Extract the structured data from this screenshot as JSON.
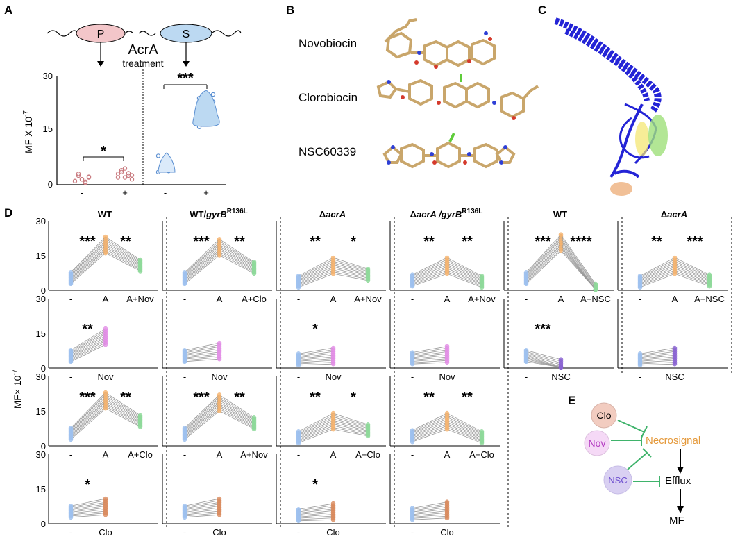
{
  "panels": {
    "A": {
      "letter": "A",
      "top_labels": {
        "p": "P",
        "s": "S",
        "protein": "AcrA",
        "treatment": "treatment"
      },
      "ylabel_base": "MF X 10",
      "ylabel_exp": "-7",
      "stars_left": "*",
      "stars_right": "***",
      "xticks": [
        "-",
        "+",
        "-",
        "+"
      ],
      "colors": {
        "p_fill": "#f3c6c9",
        "s_fill": "#bcd9f2",
        "pink_points": "#c97b80",
        "blue_points": "#5b8fd1"
      }
    },
    "B": {
      "letter": "B",
      "molecules": [
        "Novobiocin",
        "Clorobiocin",
        "NSC60339"
      ]
    },
    "C": {
      "letter": "C"
    },
    "D": {
      "letter": "D",
      "ylabel_base": "MF× 10",
      "ylabel_exp": "-7",
      "col_headers": [
        {
          "pre": "WT",
          "ital": "",
          "sup": "",
          "post": ""
        },
        {
          "pre": "WT/",
          "ital": "gyrB",
          "sup": "R136L",
          "post": ""
        },
        {
          "pre": "Δ",
          "ital": "acrA",
          "sup": "",
          "post": ""
        },
        {
          "pre": "Δ",
          "ital": "acrA /gyrB",
          "sup": "R136L",
          "post": ""
        },
        {
          "pre": "WT",
          "ital": "",
          "sup": "",
          "post": ""
        },
        {
          "pre": "Δ",
          "ital": "acrA",
          "sup": "",
          "post": ""
        }
      ],
      "row_labels": [
        [
          "-",
          "A",
          "A+Nov"
        ],
        [
          "-",
          "A",
          "A+Clo"
        ],
        [
          "-",
          "A",
          "A+Nov"
        ],
        [
          "-",
          "A",
          "A+Nov"
        ],
        [
          "-",
          "A",
          "A+NSC"
        ],
        [
          "-",
          "A",
          "A+NSC"
        ],
        [
          "-",
          "Nov"
        ],
        [
          "-",
          "Nov"
        ],
        [
          "-",
          "Nov"
        ],
        [
          "-",
          "Nov"
        ],
        [
          "-",
          "NSC"
        ],
        [
          "-",
          "NSC"
        ],
        [
          "-",
          "A",
          "A+Clo"
        ],
        [
          "-",
          "A",
          "A+Nov"
        ],
        [
          "-",
          "A",
          "A+Clo"
        ],
        [
          "-",
          "A",
          "A+Clo"
        ],
        [
          "-",
          "Clo"
        ],
        [
          "-",
          "Clo"
        ],
        [
          "-",
          "Clo"
        ],
        [
          "-",
          "Clo"
        ]
      ],
      "yticks": [
        "30",
        "15",
        "0"
      ],
      "colors": {
        "control": "#9ec1ef",
        "acra": "#f5b36e",
        "nov": "#e28ee6",
        "clo": "#d98a5c",
        "nsc": "#8a63d2",
        "green": "#8ed99a"
      }
    },
    "E": {
      "letter": "E",
      "nodes": {
        "clo": "Clo",
        "nov": "Nov",
        "nsc": "NSC",
        "necrosignal": "Necrosignal",
        "efflux": "Efflux",
        "mf": "MF"
      },
      "colors": {
        "clo": "#f2ccc0",
        "nov": "#f5d9f6",
        "nsc": "#d9d0f2",
        "necro_text": "#e59a3c",
        "inhibit": "#3fb36b"
      }
    }
  },
  "chart_data": [
    {
      "type": "scatter",
      "title": "",
      "ylabel": "MF X 10-7",
      "ylim": [
        0,
        30
      ],
      "categories": [
        "-",
        "+",
        "-",
        "+"
      ],
      "series": [
        {
          "name": "P",
          "values": [
            [
              1.0,
              2.5,
              1.5,
              0.5,
              2,
              1,
              3,
              1.5,
              0.8,
              2.2
            ],
            [
              2,
              3.5,
              4.5,
              2.5,
              1.5,
              3,
              4,
              2,
              3.2,
              2.6
            ]
          ]
        },
        {
          "name": "S",
          "values": [
            [
              3.5,
              6,
              7.5,
              4,
              5,
              8,
              4.5,
              6.5,
              3.8,
              5.5
            ],
            [
              16,
              18,
              20,
              22,
              25,
              24,
              19,
              21,
              17,
              23,
              20.5
            ]
          ]
        }
      ]
    },
    {
      "type": "line",
      "ylim": [
        0,
        30
      ],
      "series": [
        {
          "name": "WT",
          "values": [
            5.5,
            20,
            11
          ]
        },
        {
          "name": "WT/gyrB R136L",
          "values": [
            5.5,
            19,
            10
          ]
        },
        {
          "name": "ΔacrA",
          "values": [
            4,
            11,
            7
          ]
        },
        {
          "name": "ΔacrA /gyrB R136L",
          "values": [
            4.5,
            11,
            4
          ]
        },
        {
          "name": "WT (NSC)",
          "values": [
            5.5,
            21,
            0.5
          ]
        },
        {
          "name": "ΔacrA (NSC)",
          "values": [
            4,
            11,
            4.5
          ]
        }
      ]
    }
  ]
}
